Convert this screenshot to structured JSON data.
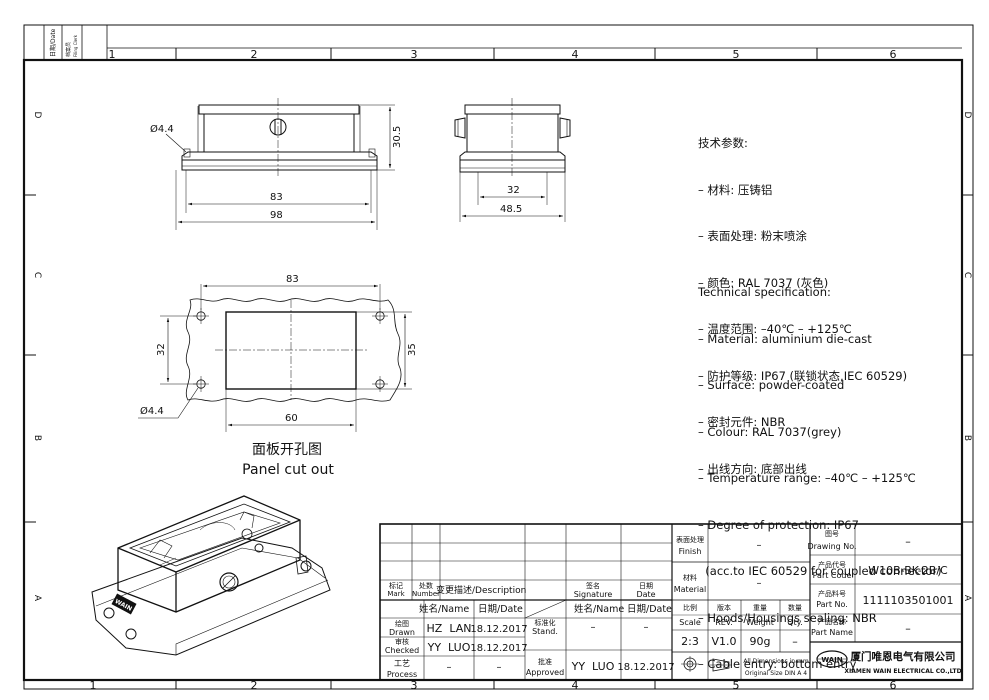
{
  "frame": {
    "col_labels": [
      "1",
      "2",
      "3",
      "4",
      "5",
      "6"
    ],
    "row_labels": [
      "D",
      "C",
      "B",
      "A"
    ],
    "side_date": "日期/Date",
    "side_filing": "档案员",
    "side_filing_en": "Filing Clerk"
  },
  "views": {
    "front": {
      "dim_height": "30.5",
      "dim_inner": "83",
      "dim_outer": "98",
      "hole_dia": "Ø4.4"
    },
    "side": {
      "dim_inner": "32",
      "dim_outer": "48.5"
    },
    "cutout": {
      "dim_top": "83",
      "dim_left": "32",
      "dim_right": "35",
      "dim_bottom": "60",
      "hole_dia": "Ø4.4",
      "caption_cn": "面板开孔图",
      "caption_en": "Panel cut out"
    },
    "iso_stamp": "WAIN"
  },
  "spec": {
    "title_cn": "技术参数:",
    "lines_cn": [
      "– 材料: 压铸铝",
      "– 表面处理: 粉末喷涂",
      "– 颜色: RAL 7037 (灰色)",
      "– 温度范围: –40℃ – +125℃",
      "– 防护等级: IP67 (联锁状态,IEC 60529)",
      "– 密封元件: NBR",
      "– 出线方向: 底部出线"
    ],
    "title_en": "Technical specification:",
    "lines_en": [
      "– Material: aluminium die-cast",
      "– Surface: powder-coated",
      "– Colour: RAL 7037(grey)",
      "– Temperature range: –40℃ – +125℃",
      "– Degree of protection: IP67",
      "  (acc.to IEC 60529 for coupled connector)",
      "– Hoods/Housings sealing: NBR",
      "– Cable entry: bottom entry"
    ]
  },
  "title_block": {
    "mark_cn": "标记",
    "mark_en": "Mark",
    "num_cn": "处数",
    "num_en": "Number",
    "desc_cn": "变更描述",
    "desc_en": "/Description",
    "sig_cn": "签名",
    "sig_en": "Signature",
    "date_cn": "日期",
    "date_en": "Date",
    "name_date_cn": "姓名",
    "name_date_name": "/Name",
    "date_hdr_cn": "日期",
    "date_hdr_en": "/Date",
    "std_cn": "标准化",
    "std_en": "Stand.",
    "drawn_cn": "绘图",
    "drawn_en": "Drawn",
    "drawn_name": "HZ  LAN",
    "drawn_date": "18.12.2017",
    "checked_cn": "审核",
    "checked_en": "Checked",
    "checked_name": "YY  LUO",
    "checked_date": "18.12.2017",
    "process_cn": "工艺",
    "process_en": "Process",
    "approved_cn": "批准",
    "approved_en": "Approved",
    "approved_name": "YY  LUO",
    "approved_date": "18.12.2017",
    "dash": "–",
    "finish_cn": "表面处理",
    "finish_en": "Finish",
    "finish_val": "–",
    "material_cn": "材料",
    "material_en": "Material",
    "material_val": "–",
    "scale_cn": "比例",
    "scale_en": "Scale",
    "scale_val": "2:3",
    "rev_cn": "版本",
    "rev_en": "REV.",
    "rev_val": "V1.0",
    "weight_cn": "重量",
    "weight_en": "Weight",
    "weight_val": "90g",
    "qty_cn": "数量",
    "qty_en": "Qty.",
    "qty_val": "–",
    "dims_note_1": "All Dimensions in mm",
    "dims_note_2": "Original Size DIN A 4",
    "drawing_no_cn": "图号",
    "drawing_no_en": "Drawing No.",
    "drawing_no_val": "–",
    "part_code_cn": "产品代号",
    "part_code_en": "Part Code",
    "part_code_val": "W10B-BK-2B/C",
    "part_no_cn": "产品料号",
    "part_no_en": "Part No.",
    "part_no_val": "1111103501001",
    "part_name_cn": "产品名称",
    "part_name_en": "Part Name",
    "part_name_val": "–",
    "logo": "WAIN",
    "company_cn": "厦门唯恩电气有限公司",
    "company_en": "XIAMEN WAIN ELECTRICAL CO.,LTD"
  }
}
